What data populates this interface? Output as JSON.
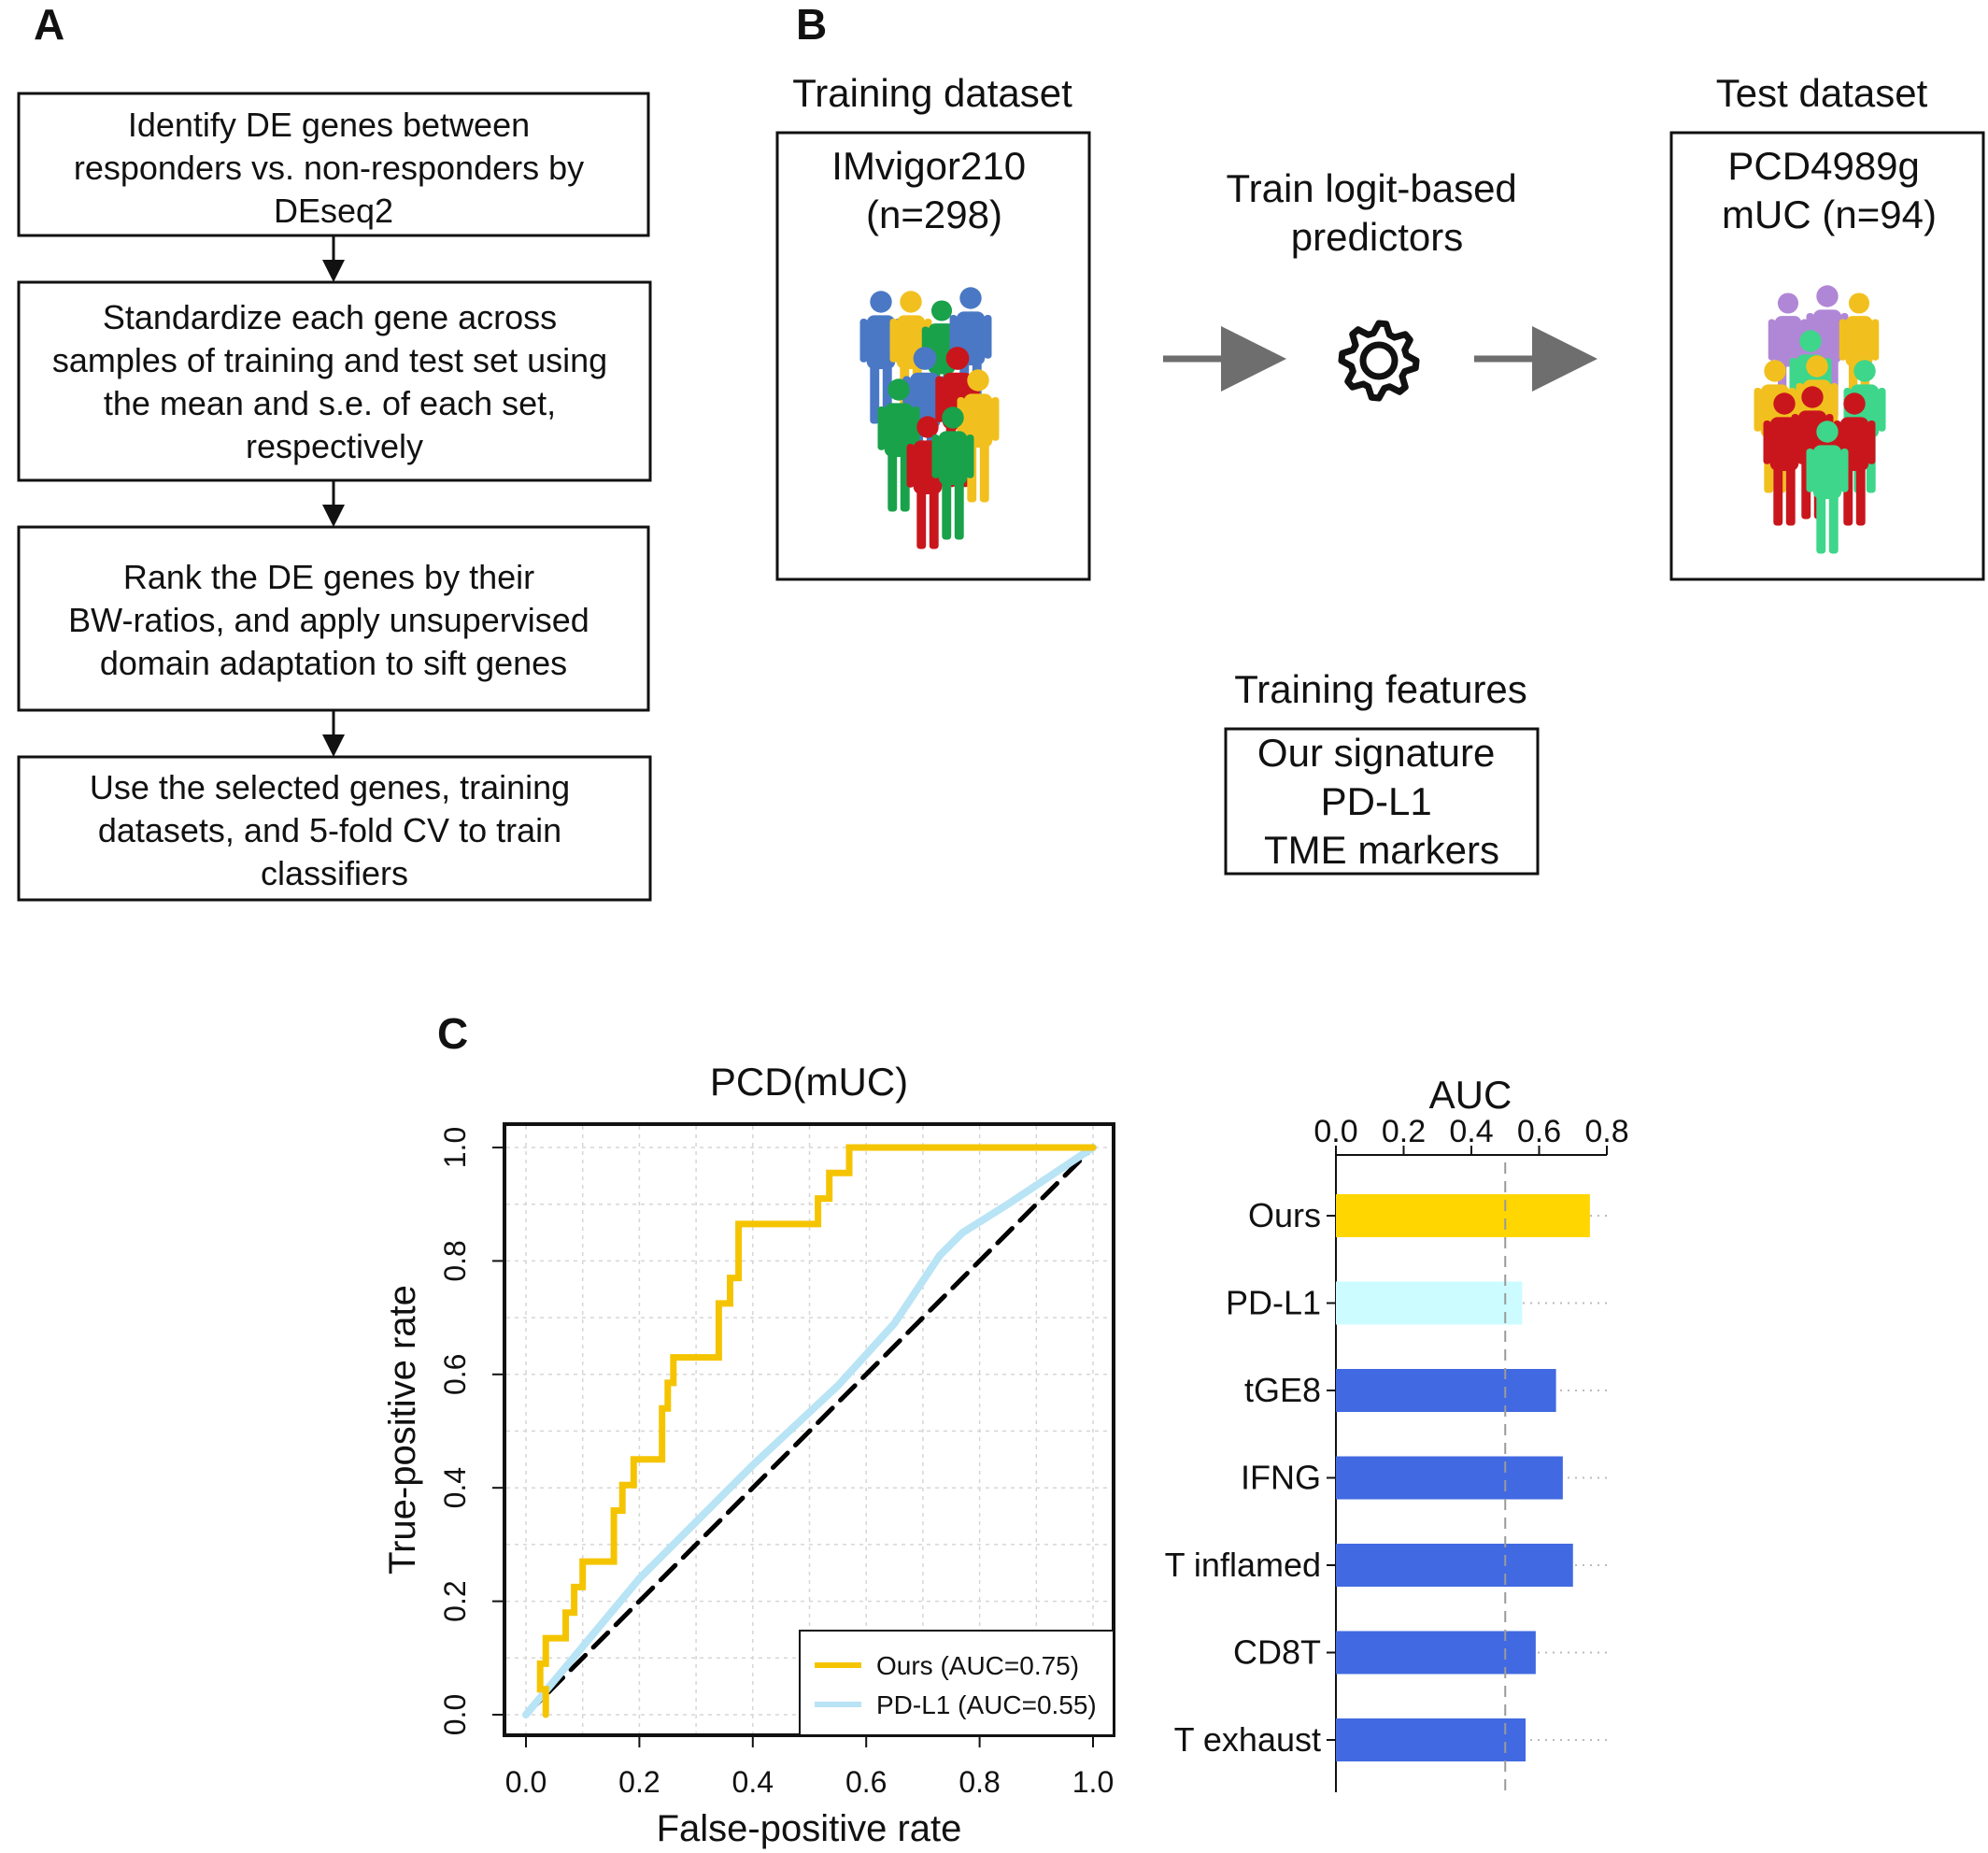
{
  "panels": {
    "a": {
      "label": "A",
      "steps": [
        {
          "lines": [
            "Identify DE genes between",
            "responders vs. non-responders by",
            "DEseq2"
          ]
        },
        {
          "lines": [
            "Standardize each gene across",
            "samples of training and test set using",
            "the mean and s.e. of each set,",
            "respectively"
          ]
        },
        {
          "lines": [
            "Rank the DE genes by their",
            "BW-ratios, and apply unsupervised",
            "domain adaptation to sift genes"
          ]
        },
        {
          "lines": [
            "Use the selected genes, training",
            "datasets, and 5-fold CV to train",
            "classifiers"
          ]
        }
      ]
    },
    "b": {
      "label": "B",
      "training_title": "Training dataset",
      "training_box": [
        "IMvigor210",
        "(n=298)"
      ],
      "process_label": [
        "Train logit-based",
        "predictors"
      ],
      "gear_icon": "gear-icon",
      "test_title": "Test dataset",
      "test_box": [
        "PCD4989g",
        "mUC (n=94)"
      ],
      "features_title": "Training features",
      "features": [
        "Our signature",
        "PD-L1",
        "TME markers"
      ],
      "colors": {
        "blue": "#4a78c4",
        "yellow": "#f2c01e",
        "green": "#19a24a",
        "red": "#c9161d",
        "purple": "#b087d6",
        "mint": "#3ed68a",
        "arrow": "#6e6e6e"
      }
    },
    "c": {
      "label": "C"
    }
  },
  "chart_data": [
    {
      "type": "line",
      "title": "PCD(mUC)",
      "xlabel": "False-positive rate",
      "ylabel": "True-positive rate",
      "xlim": [
        0,
        1
      ],
      "ylim": [
        0,
        1
      ],
      "xticks": [
        "0.0",
        "0.2",
        "0.4",
        "0.6",
        "0.8",
        "1.0"
      ],
      "yticks": [
        "0.0",
        "0.2",
        "0.4",
        "0.6",
        "0.8",
        "1.0"
      ],
      "grid": true,
      "legend_position": "bottom-right",
      "series": [
        {
          "name": "Ours (AUC=0.75)",
          "color": "#f5c400",
          "x": [
            0.035,
            0.035,
            0.025,
            0.025,
            0.035,
            0.035,
            0.07,
            0.07,
            0.085,
            0.085,
            0.1,
            0.1,
            0.155,
            0.155,
            0.17,
            0.17,
            0.19,
            0.19,
            0.205,
            0.205,
            0.24,
            0.24,
            0.25,
            0.25,
            0.26,
            0.26,
            0.34,
            0.34,
            0.36,
            0.36,
            0.375,
            0.375,
            0.515,
            0.515,
            0.535,
            0.535,
            0.55,
            0.55,
            0.57,
            0.57,
            1.0
          ],
          "y": [
            0.0,
            0.045,
            0.045,
            0.09,
            0.09,
            0.135,
            0.135,
            0.18,
            0.18,
            0.225,
            0.225,
            0.27,
            0.27,
            0.36,
            0.36,
            0.405,
            0.405,
            0.45,
            0.45,
            0.45,
            0.45,
            0.54,
            0.54,
            0.585,
            0.585,
            0.63,
            0.63,
            0.725,
            0.725,
            0.77,
            0.77,
            0.865,
            0.865,
            0.91,
            0.91,
            0.955,
            0.955,
            0.955,
            0.955,
            1.0,
            1.0
          ]
        },
        {
          "name": "PD-L1 (AUC=0.55)",
          "color": "#b8e4f5",
          "x": [
            0.0,
            0.2,
            0.4,
            0.55,
            0.65,
            0.73,
            0.77,
            0.85,
            1.0
          ],
          "y": [
            0.0,
            0.24,
            0.44,
            0.58,
            0.69,
            0.81,
            0.85,
            0.9,
            1.0
          ]
        },
        {
          "name": "",
          "color": "#000000",
          "dashed": true,
          "x": [
            0.0,
            1.0
          ],
          "y": [
            0.0,
            1.0
          ]
        }
      ]
    },
    {
      "type": "bar",
      "orientation": "horizontal",
      "title": "AUC",
      "xlim": [
        0,
        0.8
      ],
      "xticks": [
        "0.0",
        "0.2",
        "0.4",
        "0.6",
        "0.8"
      ],
      "reference_line": 0.5,
      "categories": [
        "Ours",
        "PD-L1",
        "tGE8",
        "IFNG",
        "T inflamed",
        "CD8T",
        "T exhaust"
      ],
      "values": [
        0.75,
        0.55,
        0.65,
        0.67,
        0.7,
        0.59,
        0.56
      ],
      "colors": [
        "#ffd600",
        "#ccfcff",
        "#4169e1",
        "#4169e1",
        "#4169e1",
        "#4169e1",
        "#4169e1"
      ]
    }
  ]
}
